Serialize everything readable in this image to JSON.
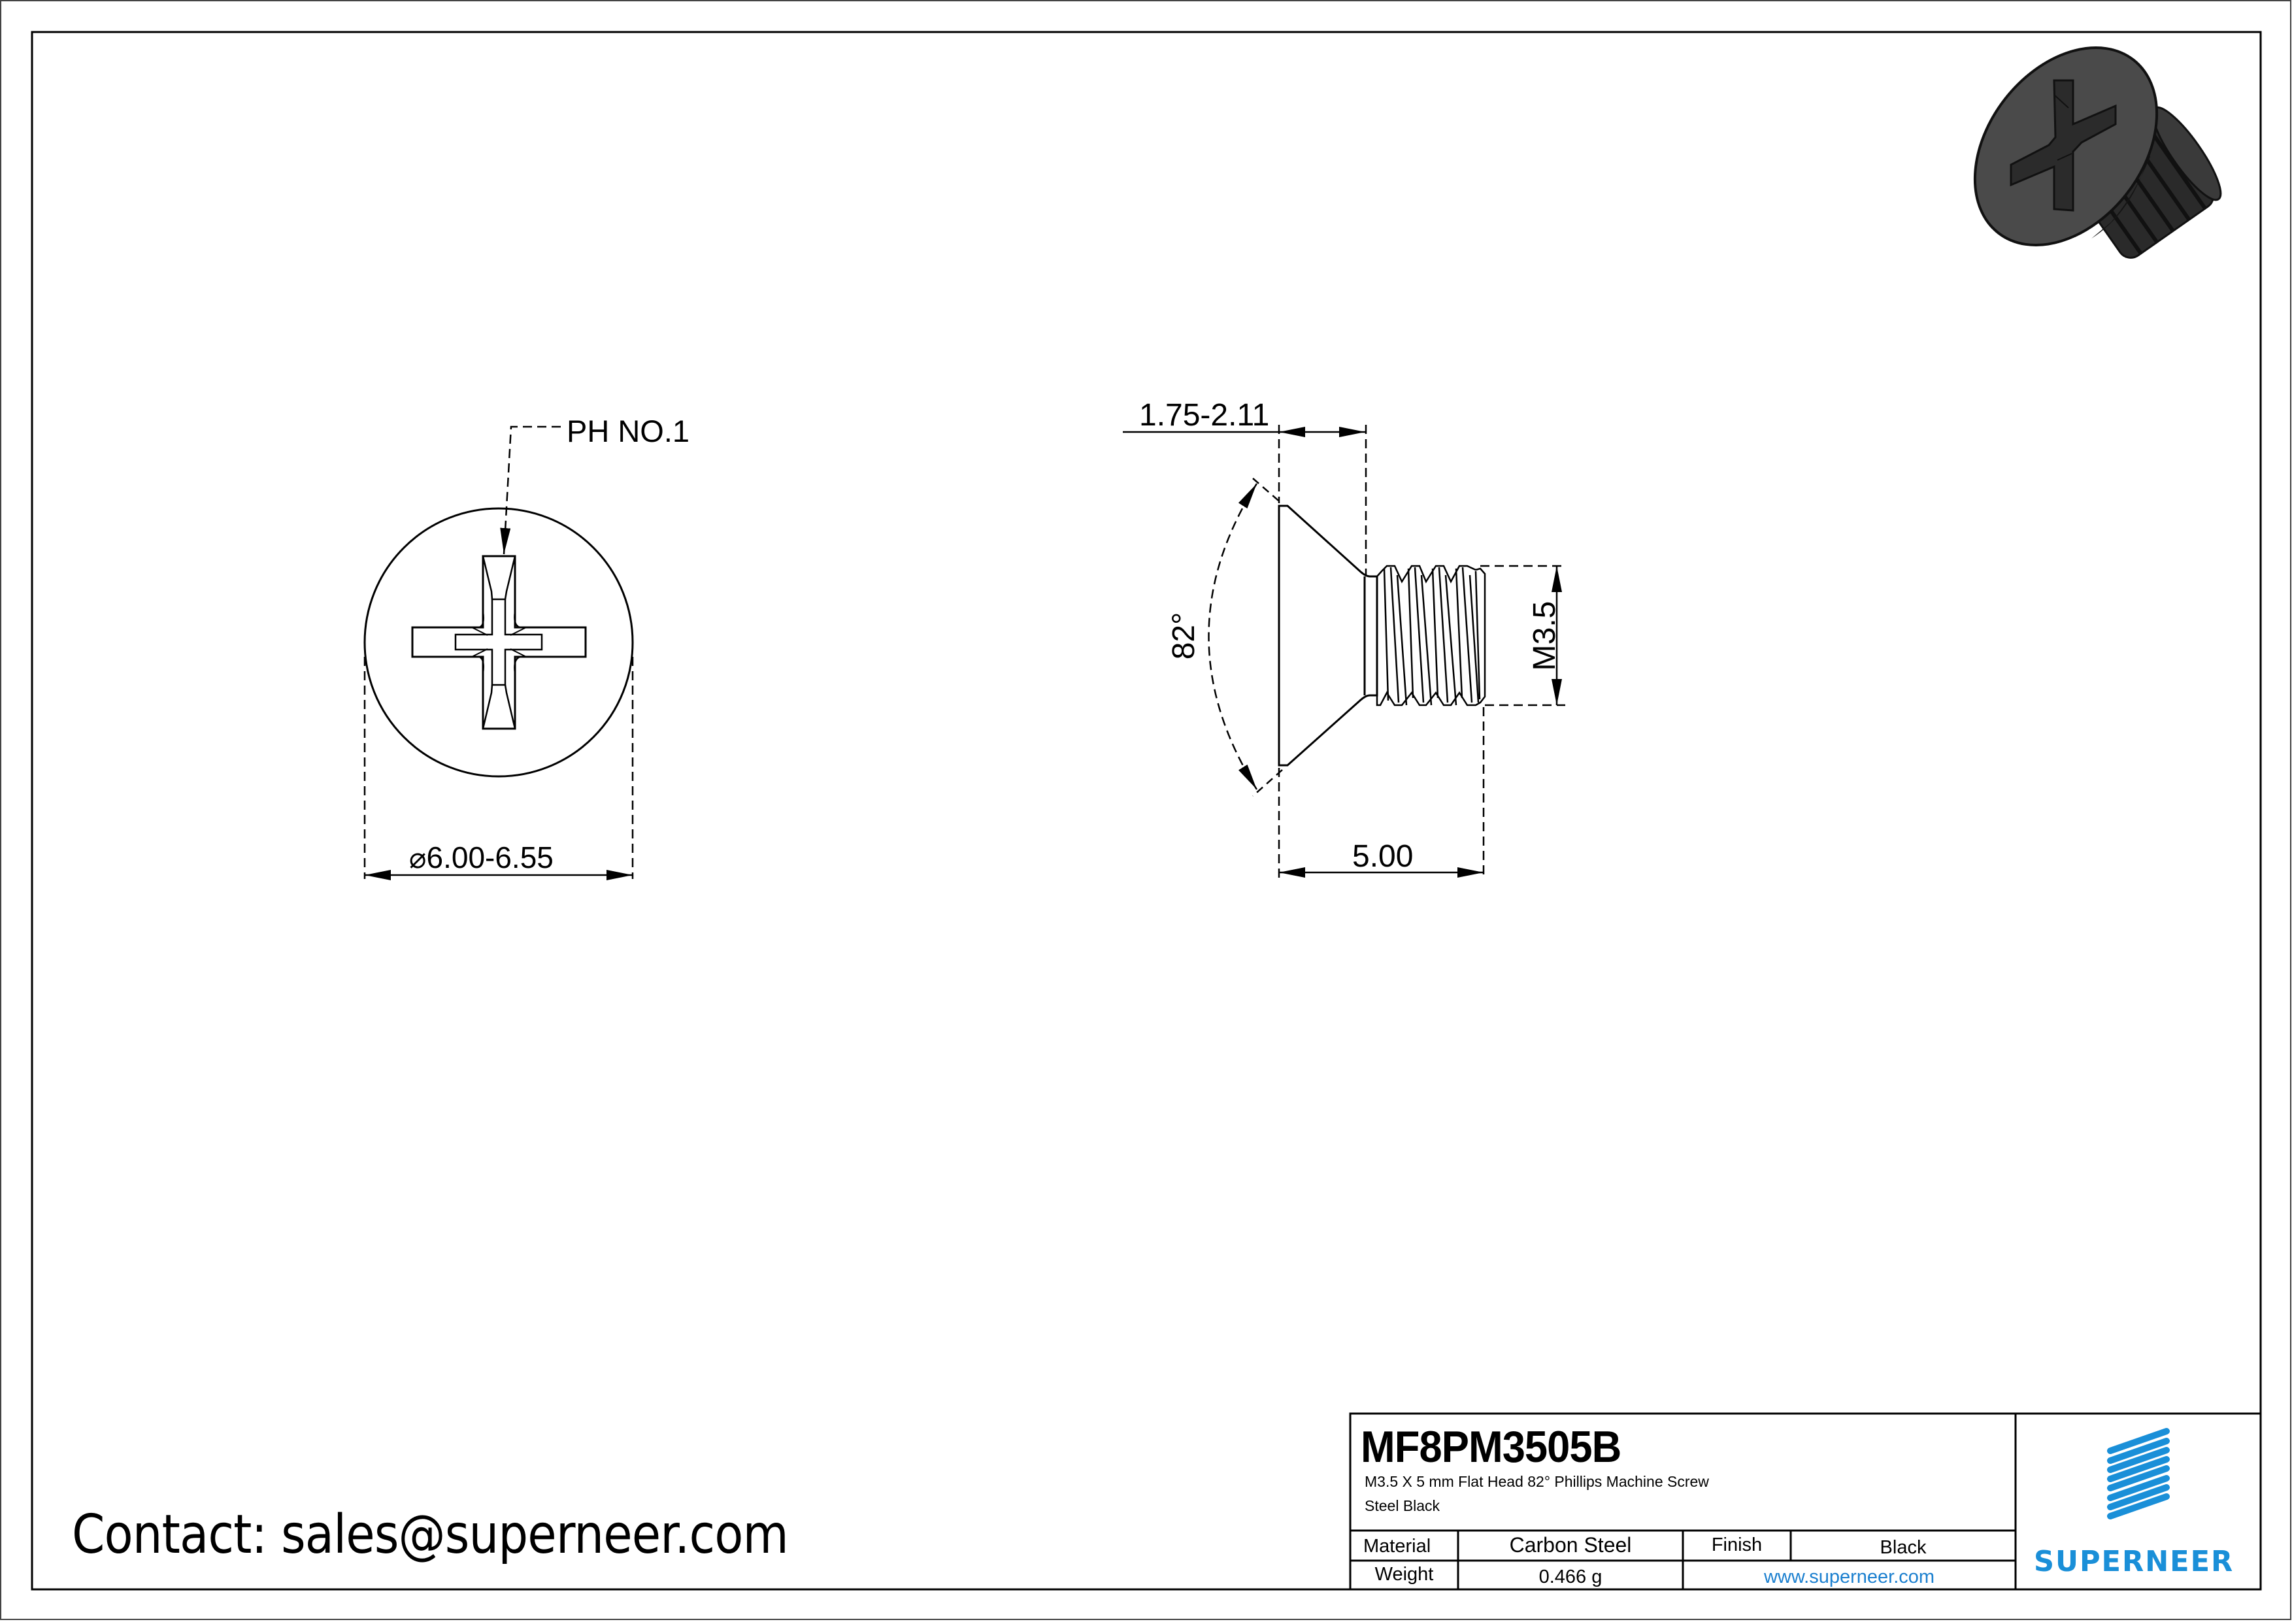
{
  "drawing": {
    "front_view": {
      "callout": "PH NO.1",
      "diameter_symbol": "⌀",
      "diameter_value": "6.00-6.55"
    },
    "side_view": {
      "head_height": "1.75-2.11",
      "head_angle": "82°",
      "thread_size": "M3.5",
      "length": "5.00"
    }
  },
  "title_block": {
    "part_number": "MF8PM3505B",
    "description_line1": "M3.5 X 5 mm  Flat Head 82° Phillips Machine Screw",
    "description_line2": "Steel Black",
    "material_label": "Material",
    "material_value": "Carbon Steel",
    "finish_label": "Finish",
    "finish_value": "Black",
    "weight_label": "Weight",
    "weight_value": "0.466 g",
    "website": "www.superneer.com",
    "brand_name": "SUPERNEER",
    "brand_color": "#1a8fd8"
  },
  "contact": {
    "text": "Contact: sales@superneer.com"
  }
}
